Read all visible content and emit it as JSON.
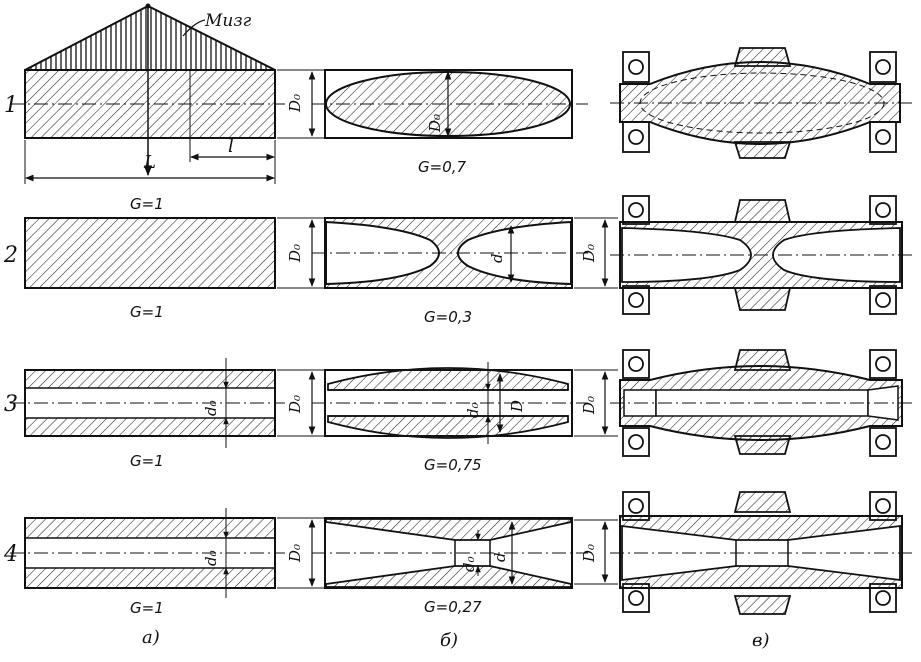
{
  "load_label": "Мизг",
  "length_label": "L",
  "span_label": "l",
  "row_numbers": [
    "1",
    "2",
    "3",
    "4"
  ],
  "col_a": {
    "g": [
      "G=1",
      "G=1",
      "G=1",
      "G=1"
    ],
    "caption": "а)"
  },
  "col_b": {
    "g": [
      "G=0,7",
      "G=0,3",
      "G=0,75",
      "G=0,27"
    ],
    "caption": "б)"
  },
  "col_c": {
    "caption": "в)"
  },
  "dims": {
    "D0": "D₀",
    "d": "d",
    "d0": "d₀",
    "D": "D"
  },
  "colors": {
    "ink": "#111111",
    "paper": "#ffffff"
  }
}
